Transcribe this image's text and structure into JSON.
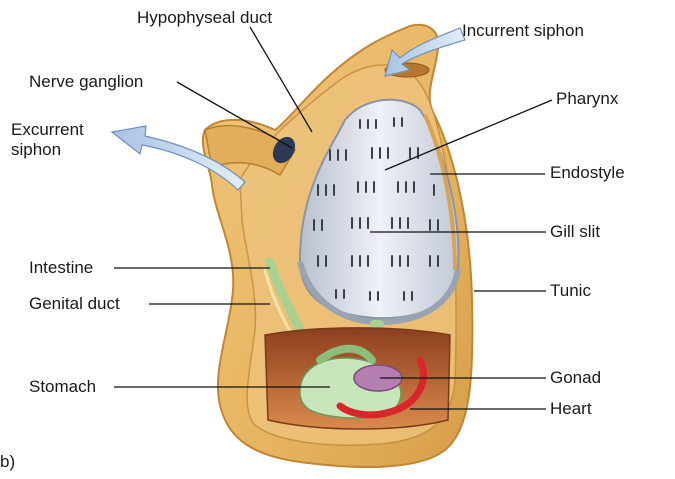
{
  "figure": {
    "panel_letter": "b)"
  },
  "labels": {
    "hypophyseal_duct": "Hypophyseal duct",
    "incurrent_siphon": "Incurrent siphon",
    "nerve_ganglion": "Nerve ganglion",
    "pharynx": "Pharynx",
    "excurrent_siphon": "Excurrent\nsiphon",
    "endostyle": "Endostyle",
    "gill_slit": "Gill slit",
    "intestine": "Intestine",
    "tunic": "Tunic",
    "genital_duct": "Genital duct",
    "stomach": "Stomach",
    "gonad": "Gonad",
    "heart": "Heart"
  },
  "colors": {
    "tunic": "#e7b866",
    "tunic_edge": "#c98f3c",
    "pharynx": "#d7dde8",
    "gill_slits": "#3b3f4a",
    "flow_arrow": "#c9dcf0",
    "stomach": "#bfe0b3",
    "gonad": "#b47ab0",
    "heart": "#d8262a",
    "cavity": "#b05a2e"
  },
  "icons": {
    "incurrent_arrow": "incurrent-flow-arrow",
    "excurrent_arrow": "excurrent-flow-arrow"
  }
}
